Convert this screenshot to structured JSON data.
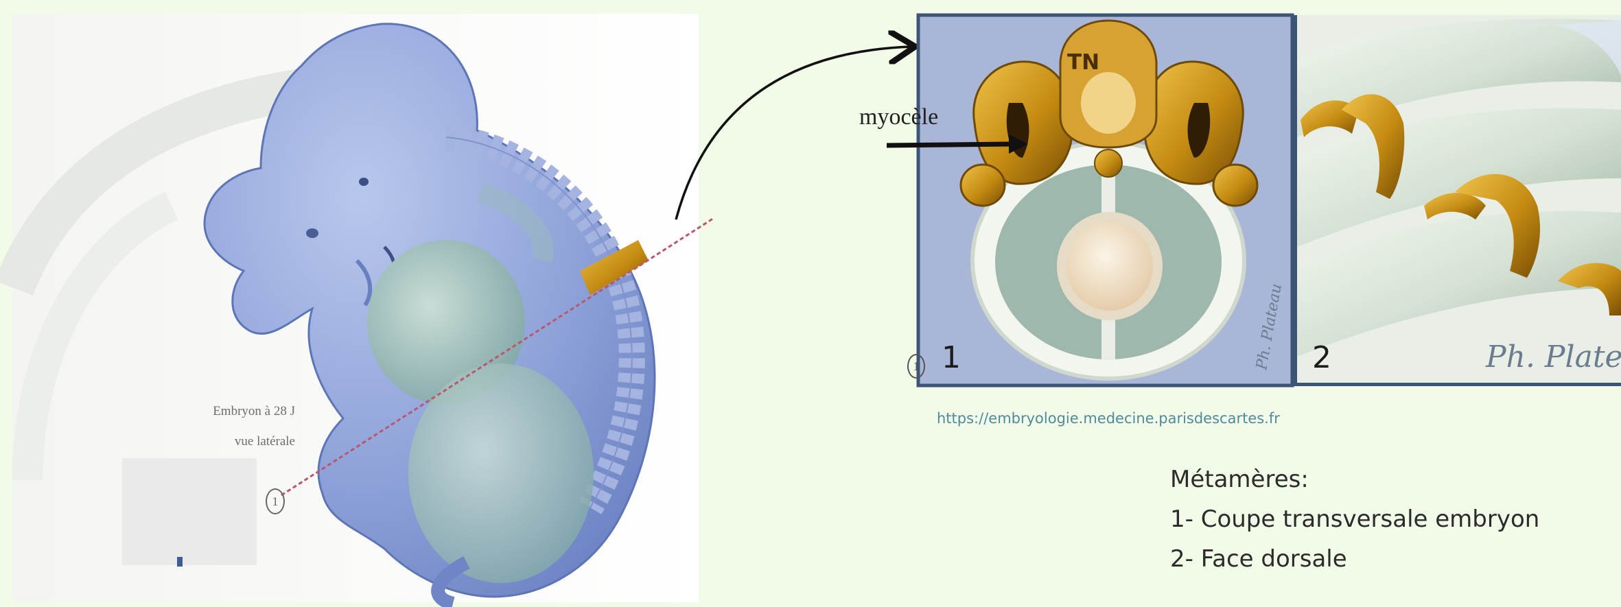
{
  "left_figure": {
    "caption_line1": "Embryon à 28 J",
    "caption_line2": "vue latérale",
    "marker": "1"
  },
  "right_figure": {
    "panel1_number": "1",
    "panel2_number": "2",
    "marker": "1",
    "label_myocele": "myocèle",
    "label_tn": "TN",
    "signature": "Ph. Plateau"
  },
  "source_url": "https://embryologie.medecine.parisdescartes.fr",
  "legend": {
    "title": "Métamères:",
    "item1": "1- Coupe transversale embryon",
    "item2": "2- Face dorsale"
  },
  "colors": {
    "background": "#f1fbe8",
    "embryo_blue": "#8ea3d8",
    "somite_gold": "#b98a1a",
    "panel_frame": "#3d5477",
    "url_teal": "#4f8a9c"
  }
}
